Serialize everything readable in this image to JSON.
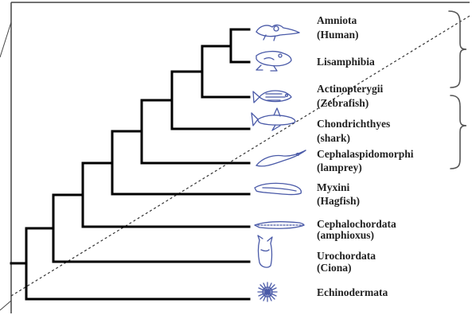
{
  "tree": {
    "taxa": [
      {
        "line1": "Amniota",
        "line2": "(Human)",
        "icon": "human-embryo-icon"
      },
      {
        "line1": "Lisamphibia",
        "line2": "",
        "icon": "frog-icon"
      },
      {
        "line1": "Actinopterygii",
        "line2": "(Zebrafish)",
        "icon": "zebrafish-icon"
      },
      {
        "line1": "Chondrichthyes",
        "line2": "(shark)",
        "icon": "shark-icon"
      },
      {
        "line1": "Cephalaspidomorphi",
        "line2": "(lamprey)",
        "icon": "lamprey-icon"
      },
      {
        "line1": "Myxini",
        "line2": "(Hagfish)",
        "icon": "hagfish-icon"
      },
      {
        "line1": "Cephalochordata",
        "line2": "(amphioxus)",
        "icon": "amphioxus-icon"
      },
      {
        "line1": "Urochordata",
        "line2": "(Ciona)",
        "icon": "ciona-icon"
      },
      {
        "line1": "Echinodermata",
        "line2": "",
        "icon": "sea-urchin-icon"
      }
    ],
    "colors": {
      "branch": "#000000",
      "icon": "#4a5aa8",
      "text": "#222222",
      "frame": "#444444",
      "brace": "#555555"
    }
  }
}
